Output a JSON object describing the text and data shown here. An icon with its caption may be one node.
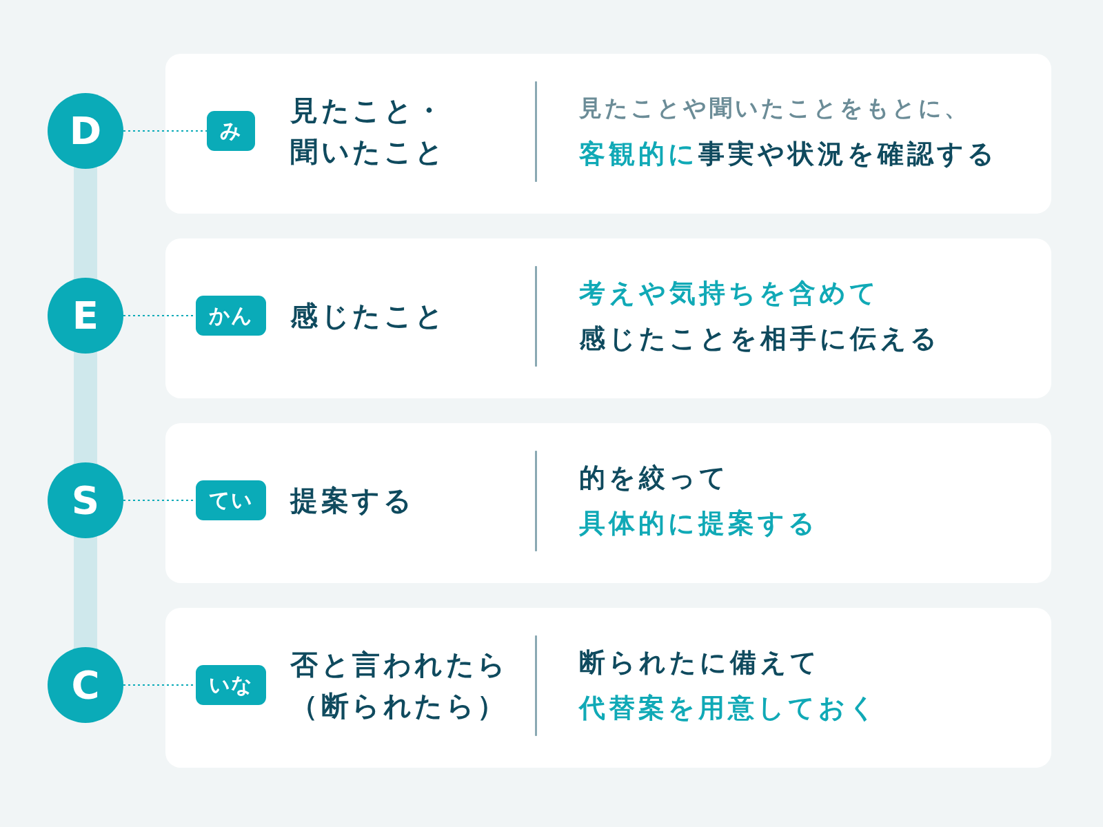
{
  "diagram": {
    "nodes": [
      {
        "text": [
          "D"
        ]
      },
      {
        "text": [
          "見たこと・聞いたこと",
          "見たことや聞いたことをもとに、",
          "**客観的に**事実や状況を確認する"
        ]
      },
      {
        "text": [
          "み"
        ],
        "in": 1
      },
      {
        "text": [
          "E"
        ]
      },
      {
        "text": [
          "感じたこと",
          "考えや気持ちを含めて",
          "感じたことを相手に伝える"
        ]
      },
      {
        "text": [
          "かん"
        ],
        "in": 4
      },
      {
        "text": [
          "S"
        ]
      },
      {
        "text": [
          "提案する",
          "的を絞って",
          "具体的に提案する"
        ]
      },
      {
        "text": [
          "てい"
        ],
        "in": 7
      },
      {
        "text": [
          "C"
        ]
      },
      {
        "text": [
          "否と言われたら（断られたら）",
          "断られたに備えて",
          "代替案を用意しておく"
        ]
      },
      {
        "text": [
          "いな"
        ],
        "in": 10
      }
    ],
    "edges": [
      {
        "from": 0,
        "to": 3,
        "arrow": "none",
        "style": "thick",
        "color": "#cfe8ec"
      },
      {
        "from": 3,
        "to": 6,
        "arrow": "none",
        "style": "thick",
        "color": "#cfe8ec"
      },
      {
        "from": 6,
        "to": 9,
        "arrow": "none",
        "style": "thick",
        "color": "#cfe8ec"
      },
      {
        "from": 0,
        "to": 2,
        "arrow": "none",
        "style": "dashed"
      },
      {
        "from": 3,
        "to": 5,
        "arrow": "none",
        "style": "dashed"
      },
      {
        "from": 6,
        "to": 8,
        "arrow": "none",
        "style": "dashed"
      },
      {
        "from": 9,
        "to": 11,
        "arrow": "none",
        "style": "dashed"
      }
    ]
  }
}
